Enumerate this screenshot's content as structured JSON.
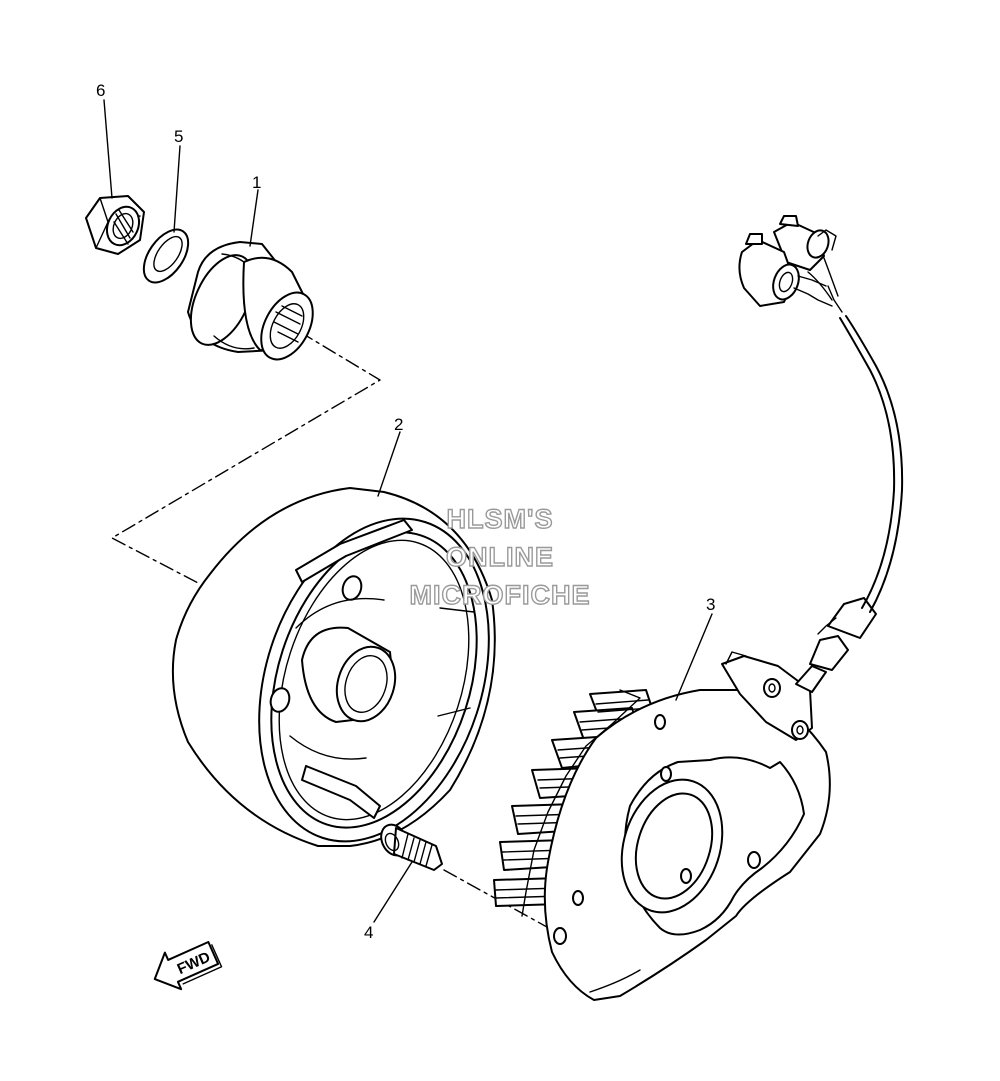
{
  "callouts": {
    "part_1": "1",
    "part_2": "2",
    "part_3": "3",
    "part_4": "4",
    "part_5": "5",
    "part_6": "6"
  },
  "watermark": {
    "line1": "HLSM'S",
    "line2": "ONLINE",
    "line3": "MICROFICHE"
  },
  "direction_arrow": {
    "label": "FWD"
  },
  "colors": {
    "line": "#000000",
    "watermark_outline": "#9a9a9a",
    "background": "#ffffff"
  }
}
